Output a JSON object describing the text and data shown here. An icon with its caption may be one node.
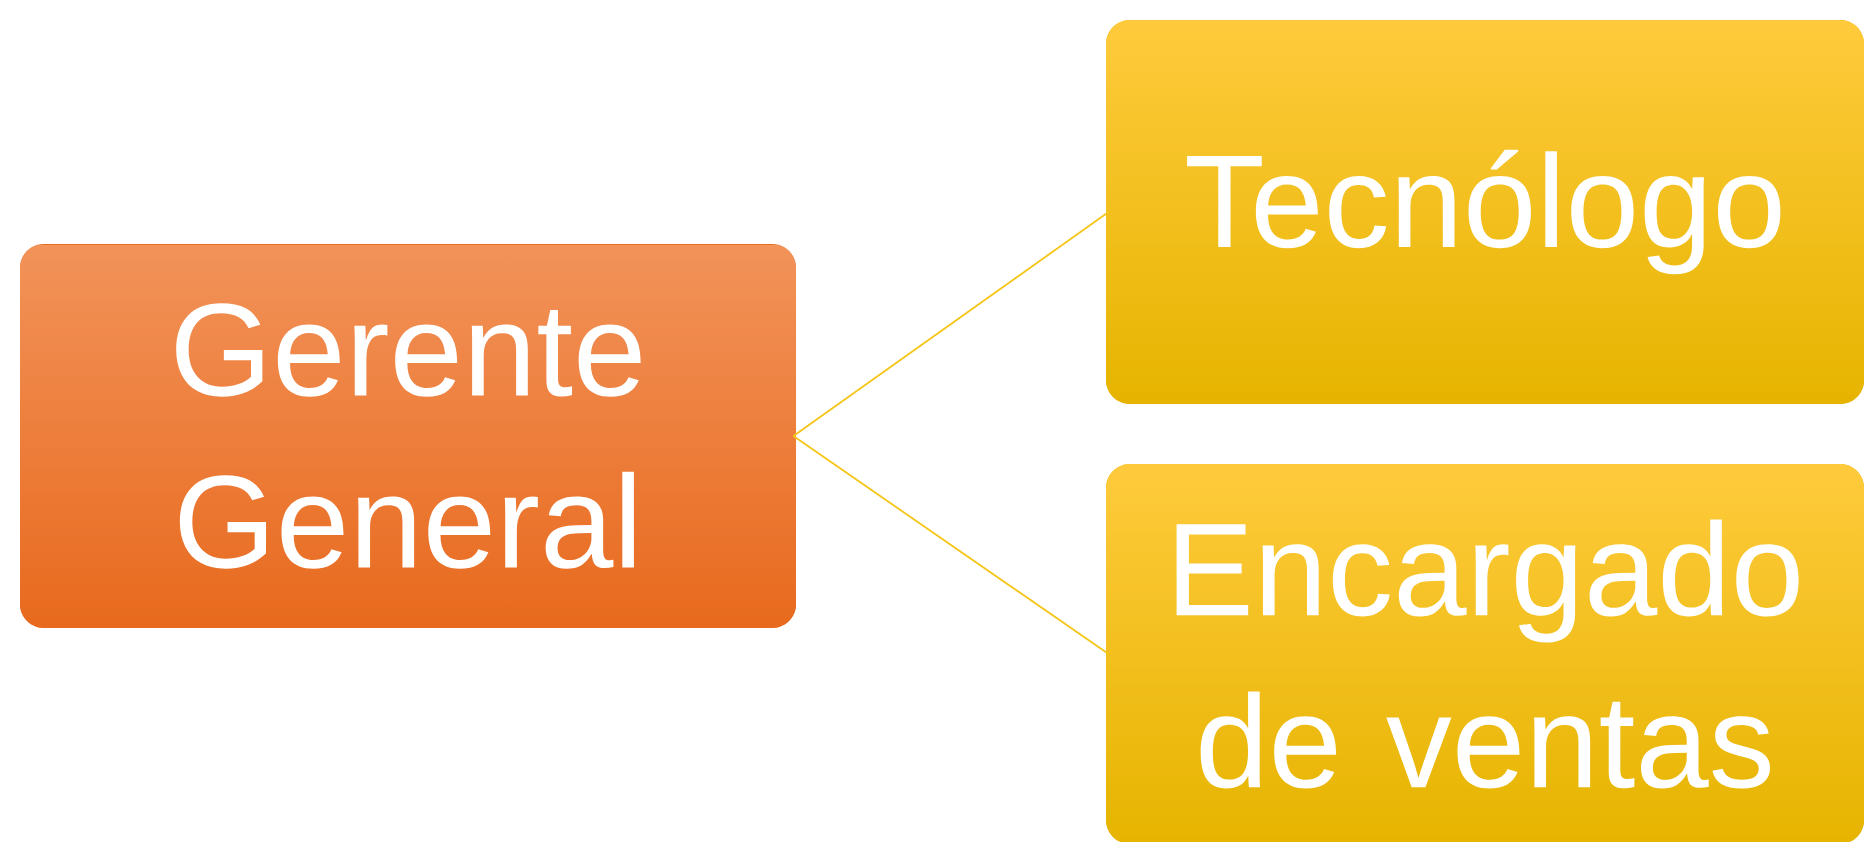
{
  "diagram": {
    "nodes": [
      {
        "text": [
          "Gerente General"
        ]
      },
      {
        "text": [
          "Tecnólogo"
        ]
      },
      {
        "text": [
          "Encargado de ventas"
        ]
      }
    ],
    "edges": [
      {
        "from": 0,
        "to": 1,
        "arrow": "none"
      },
      {
        "from": 0,
        "to": 2,
        "arrow": "none"
      }
    ]
  }
}
